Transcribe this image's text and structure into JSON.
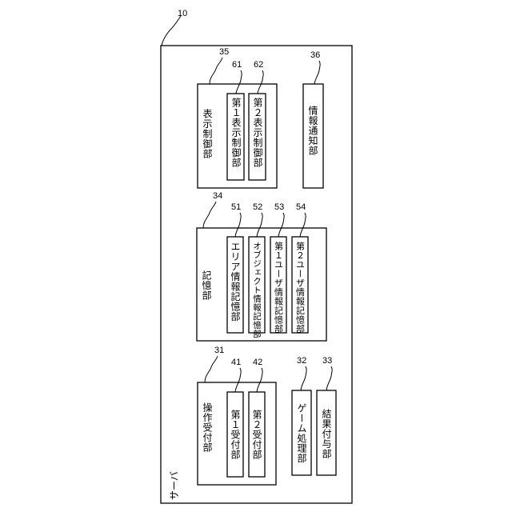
{
  "server": {
    "ref": "10",
    "label": "サーバ"
  },
  "operation_unit": {
    "ref": "31",
    "label": "操作受付部",
    "subs": [
      {
        "ref": "41",
        "label": "第１受付部"
      },
      {
        "ref": "42",
        "label": "第２受付部"
      }
    ]
  },
  "game_processing": {
    "ref": "32",
    "label": "ゲーム処理部"
  },
  "result_granting": {
    "ref": "33",
    "label": "結果付与部"
  },
  "storage_unit": {
    "ref": "34",
    "label": "記憶部",
    "subs": [
      {
        "ref": "51",
        "label": "エリア情報記憶部"
      },
      {
        "ref": "52",
        "label": "オブジェクト情報記憶部"
      },
      {
        "ref": "53",
        "label": "第１ユーザ情報記憶部"
      },
      {
        "ref": "54",
        "label": "第２ユーザ情報記憶部"
      }
    ]
  },
  "display_control": {
    "ref": "35",
    "label": "表示制御部",
    "subs": [
      {
        "ref": "61",
        "label": "第１表示制御部"
      },
      {
        "ref": "62",
        "label": "第２表示制御部"
      }
    ]
  },
  "info_notify": {
    "ref": "36",
    "label": "情報通知部"
  }
}
